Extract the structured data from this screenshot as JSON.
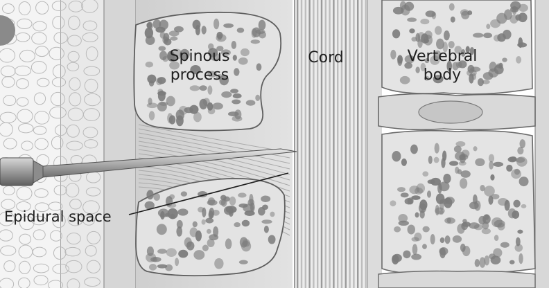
{
  "labels": {
    "spinous_process": [
      "Spinous",
      "process"
    ],
    "cord": "Cord",
    "vertebral_body": [
      "Vertebral",
      "body"
    ],
    "epidural_space": "Epidural space"
  },
  "colors": {
    "background": "#ffffff",
    "bone": "#e3e3e3",
    "bone_pore": "#7b7b7b",
    "cord_light": "#f3f3f3",
    "cord_dark": "#a4a4a4",
    "tissue": "#d2d2d2",
    "ink": "#1f1f1f",
    "needle": "#9a9a9a"
  },
  "icons": {
    "corner_marker": "grey-circle"
  }
}
